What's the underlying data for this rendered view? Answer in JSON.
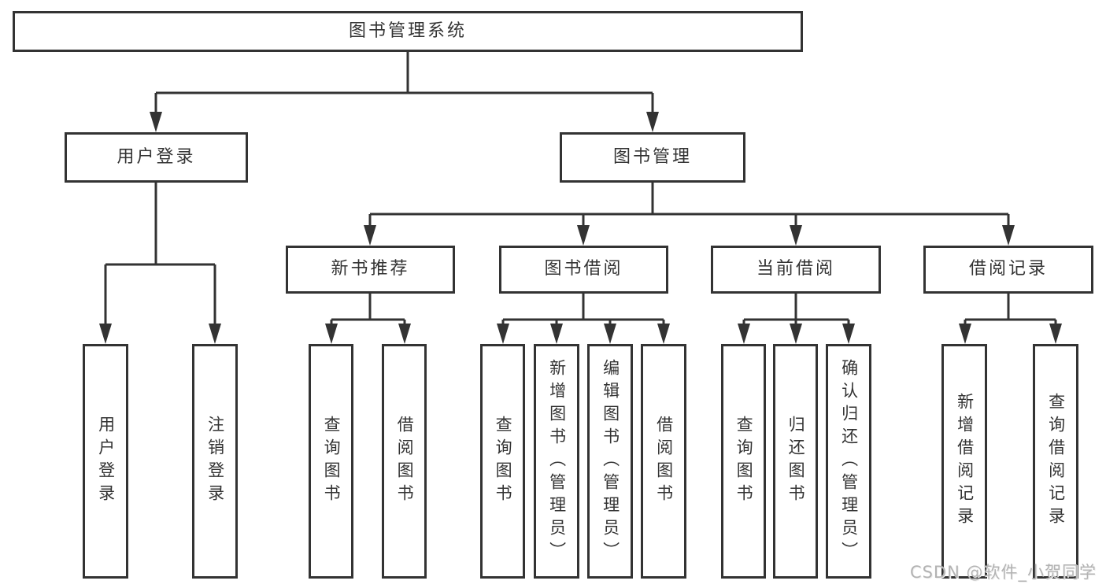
{
  "diagram_title": "图书管理系统",
  "colors": {
    "line": "#333333",
    "text": "#333333",
    "background": "#ffffff",
    "watermark": "#b3b3b3"
  },
  "nodes": [
    {
      "id": "root",
      "label": "图书管理系统",
      "level": 1,
      "parent": null
    },
    {
      "id": "user-login-branch",
      "label": "用户登录",
      "level": 2,
      "parent": "root"
    },
    {
      "id": "book-management",
      "label": "图书管理",
      "level": 2,
      "parent": "root"
    },
    {
      "id": "new-book-recommend",
      "label": "新书推荐",
      "level": 3,
      "parent": "book-management"
    },
    {
      "id": "book-borrowing",
      "label": "图书借阅",
      "level": 3,
      "parent": "book-management"
    },
    {
      "id": "current-borrowing",
      "label": "当前借阅",
      "level": 3,
      "parent": "book-management"
    },
    {
      "id": "borrow-records",
      "label": "借阅记录",
      "level": 3,
      "parent": "book-management"
    },
    {
      "id": "leaf-user-login",
      "label": "用户登录",
      "level": 4,
      "parent": "user-login-branch"
    },
    {
      "id": "leaf-logout",
      "label": "注销登录",
      "level": 4,
      "parent": "user-login-branch"
    },
    {
      "id": "leaf-query-books-1",
      "label": "查询图书",
      "level": 4,
      "parent": "new-book-recommend"
    },
    {
      "id": "leaf-borrow-books-1",
      "label": "借阅图书",
      "level": 4,
      "parent": "new-book-recommend"
    },
    {
      "id": "leaf-query-books-2",
      "label": "查询图书",
      "level": 4,
      "parent": "book-borrowing"
    },
    {
      "id": "leaf-add-book-admin",
      "label": "新增图书（管理员）",
      "level": 4,
      "parent": "book-borrowing"
    },
    {
      "id": "leaf-edit-book-admin",
      "label": "编辑图书（管理员）",
      "level": 4,
      "parent": "book-borrowing"
    },
    {
      "id": "leaf-borrow-books-2",
      "label": "借阅图书",
      "level": 4,
      "parent": "book-borrowing"
    },
    {
      "id": "leaf-query-books-3",
      "label": "查询图书",
      "level": 4,
      "parent": "current-borrowing"
    },
    {
      "id": "leaf-return-books",
      "label": "归还图书",
      "level": 4,
      "parent": "current-borrowing"
    },
    {
      "id": "leaf-confirm-return",
      "label": "确认归还（管理员）",
      "level": 4,
      "parent": "current-borrowing"
    },
    {
      "id": "leaf-add-record",
      "label": "新增借阅记录",
      "level": 4,
      "parent": "borrow-records"
    },
    {
      "id": "leaf-query-record",
      "label": "查询借阅记录",
      "level": 4,
      "parent": "borrow-records"
    }
  ],
  "watermark": {
    "text": "CSDN @软件_小贺同学"
  }
}
